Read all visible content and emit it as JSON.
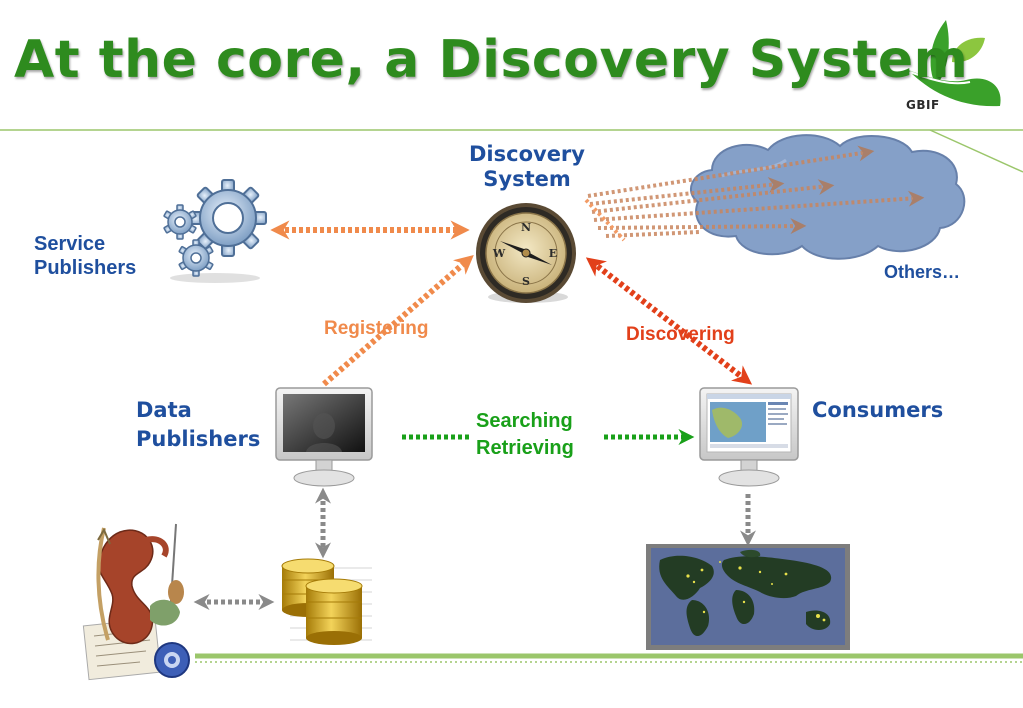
{
  "slide": {
    "title": "At the core, a Discovery System",
    "logo_text": "GBIF",
    "colors": {
      "title_green": "#2e8b1e",
      "label_blue": "#1f4f9e",
      "registering_orange": "#f08a4b",
      "discovering_red": "#e2401a",
      "searching_green": "#19a019",
      "cloud_blue": "#7f9bc6",
      "connector_gray": "#8a8a8a"
    }
  },
  "nodes": {
    "discovery_system": {
      "line1": "Discovery",
      "line2": "System",
      "icon": "compass-icon"
    },
    "service_publishers": {
      "line1": "Service",
      "line2": "Publishers",
      "icon": "gears-icon"
    },
    "others": {
      "label": "Others…",
      "icon": "cloud-icon"
    },
    "data_publishers": {
      "line1": "Data",
      "line2": "Publishers",
      "icon": "monitor-icon"
    },
    "consumers": {
      "label": "Consumers",
      "icon": "monitor-map-icon"
    },
    "database": {
      "icon": "database-icon"
    },
    "specimens": {
      "icon": "specimens-icon"
    },
    "world_map": {
      "icon": "world-map-icon"
    }
  },
  "edges": {
    "registering": "Registering",
    "discovering": "Discovering",
    "searching": "Searching",
    "retrieving": "Retrieving"
  }
}
